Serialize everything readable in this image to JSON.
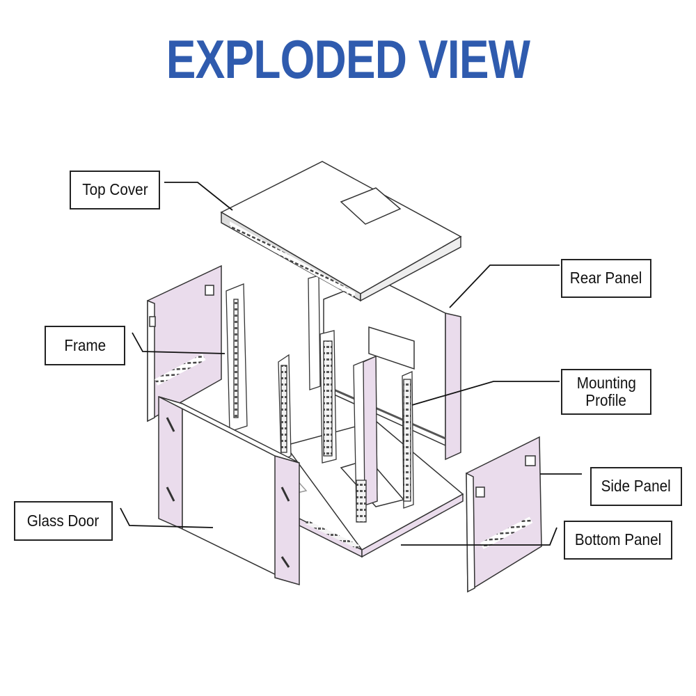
{
  "title": "EXPLODED VIEW",
  "colors": {
    "title": "#2f5bae",
    "panel_fill": "#eadcec",
    "line": "#333333"
  },
  "labels": {
    "top_cover": "Top Cover",
    "rear_panel": "Rear Panel",
    "frame": "Frame",
    "mounting_profile_line1": "Mounting",
    "mounting_profile_line2": "Profile",
    "side_panel": "Side Panel",
    "glass_door": "Glass Door",
    "bottom_panel": "Bottom Panel"
  }
}
